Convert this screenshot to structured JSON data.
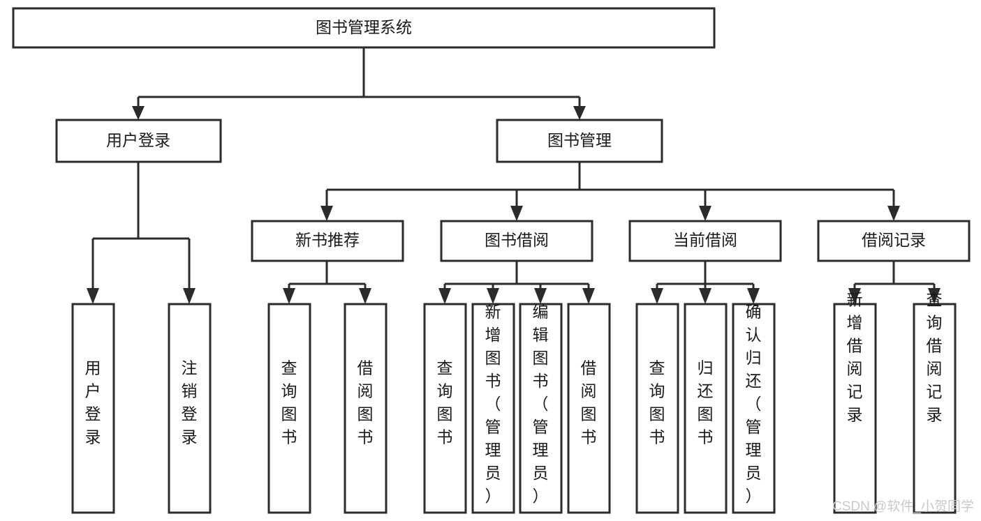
{
  "diagram": {
    "type": "tree-hierarchy",
    "title_node": {
      "id": "root",
      "label": "图书管理系统"
    },
    "level1": [
      {
        "id": "user-login",
        "label": "用户登录"
      },
      {
        "id": "book-manage",
        "label": "图书管理"
      }
    ],
    "level2": [
      {
        "id": "new-book-rec",
        "label": "新书推荐",
        "parent": "book-manage"
      },
      {
        "id": "book-borrow",
        "label": "图书借阅",
        "parent": "book-manage"
      },
      {
        "id": "current-borrow",
        "label": "当前借阅",
        "parent": "book-manage"
      },
      {
        "id": "borrow-record",
        "label": "借阅记录",
        "parent": "book-manage"
      }
    ],
    "leaves": {
      "user-login": [
        {
          "id": "leaf-user-login",
          "label": "用户登录"
        },
        {
          "id": "leaf-logout",
          "label": "注销登录"
        }
      ],
      "new-book-rec": [
        {
          "id": "leaf-query-book-1",
          "label": "查询图书"
        },
        {
          "id": "leaf-borrow-book-1",
          "label": "借阅图书"
        }
      ],
      "book-borrow": [
        {
          "id": "leaf-query-book-2",
          "label": "查询图书"
        },
        {
          "id": "leaf-add-book",
          "label": "新增图书（管理员）"
        },
        {
          "id": "leaf-edit-book",
          "label": "编辑图书（管理员）"
        },
        {
          "id": "leaf-borrow-book-2",
          "label": "借阅图书"
        }
      ],
      "current-borrow": [
        {
          "id": "leaf-query-book-3",
          "label": "查询图书"
        },
        {
          "id": "leaf-return-book",
          "label": "归还图书"
        },
        {
          "id": "leaf-confirm-return",
          "label": "确认归还（管理员）"
        }
      ],
      "borrow-record": [
        {
          "id": "leaf-add-record",
          "label": "新增借阅记录"
        },
        {
          "id": "leaf-query-record",
          "label": "查询借阅记录"
        }
      ]
    }
  },
  "watermark": {
    "text": "CSDN @软件_小贺同学"
  },
  "colors": {
    "border": "#2b2b2b",
    "fill": "#ffffff",
    "text": "#1a1a1a",
    "watermark": "#c9c9c9",
    "background": "#ffffff"
  }
}
